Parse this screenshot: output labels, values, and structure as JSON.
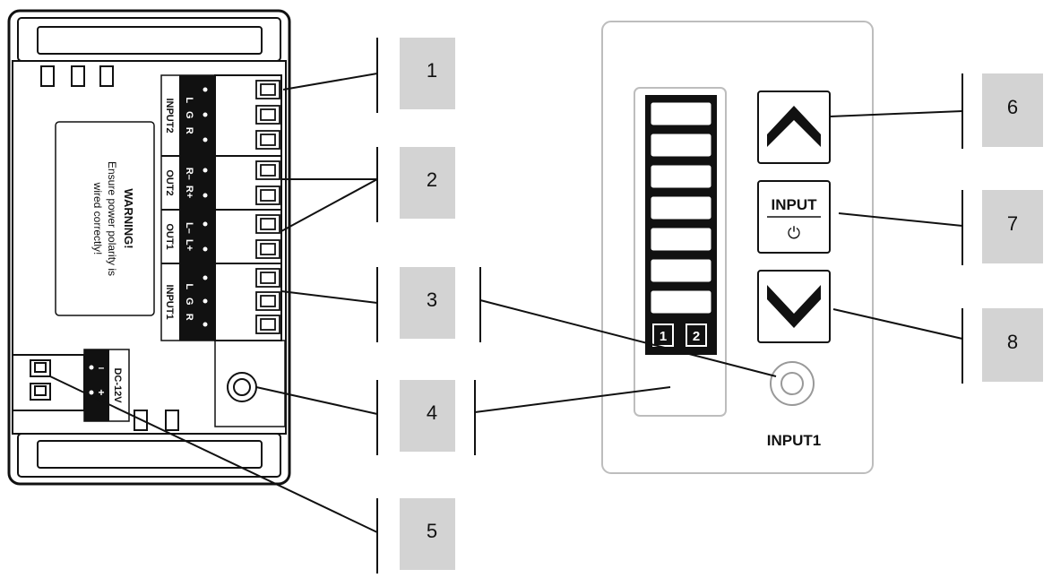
{
  "callouts": [
    "1",
    "2",
    "3",
    "4",
    "5",
    "6",
    "7",
    "8"
  ],
  "module": {
    "warning_title": "WARNING!",
    "warning_line1": "Ensure power polarity is",
    "warning_line2": "wired correctly!",
    "terminal_groups": [
      {
        "name": "INPUT2",
        "pins": "L   G   R"
      },
      {
        "name": "OUT2",
        "pins": "R–  R+"
      },
      {
        "name": "OUT1",
        "pins": "L–  L+"
      },
      {
        "name": "INPUT1",
        "pins": "L   G   R"
      }
    ],
    "dc_label": "DC-12V",
    "dc_pins": [
      "–",
      "+"
    ]
  },
  "panel": {
    "level_segments": 7,
    "channel_labels": [
      "1",
      "2"
    ],
    "input_button_label": "INPUT",
    "power_symbol": "⏻",
    "jack_label": "INPUT1"
  },
  "colors": {
    "line": "#111111",
    "callout_box": "#d3d3d3",
    "panel_border": "#bdbdbd",
    "module_fill": "#ffffff",
    "terminal_strip": "#111111"
  }
}
